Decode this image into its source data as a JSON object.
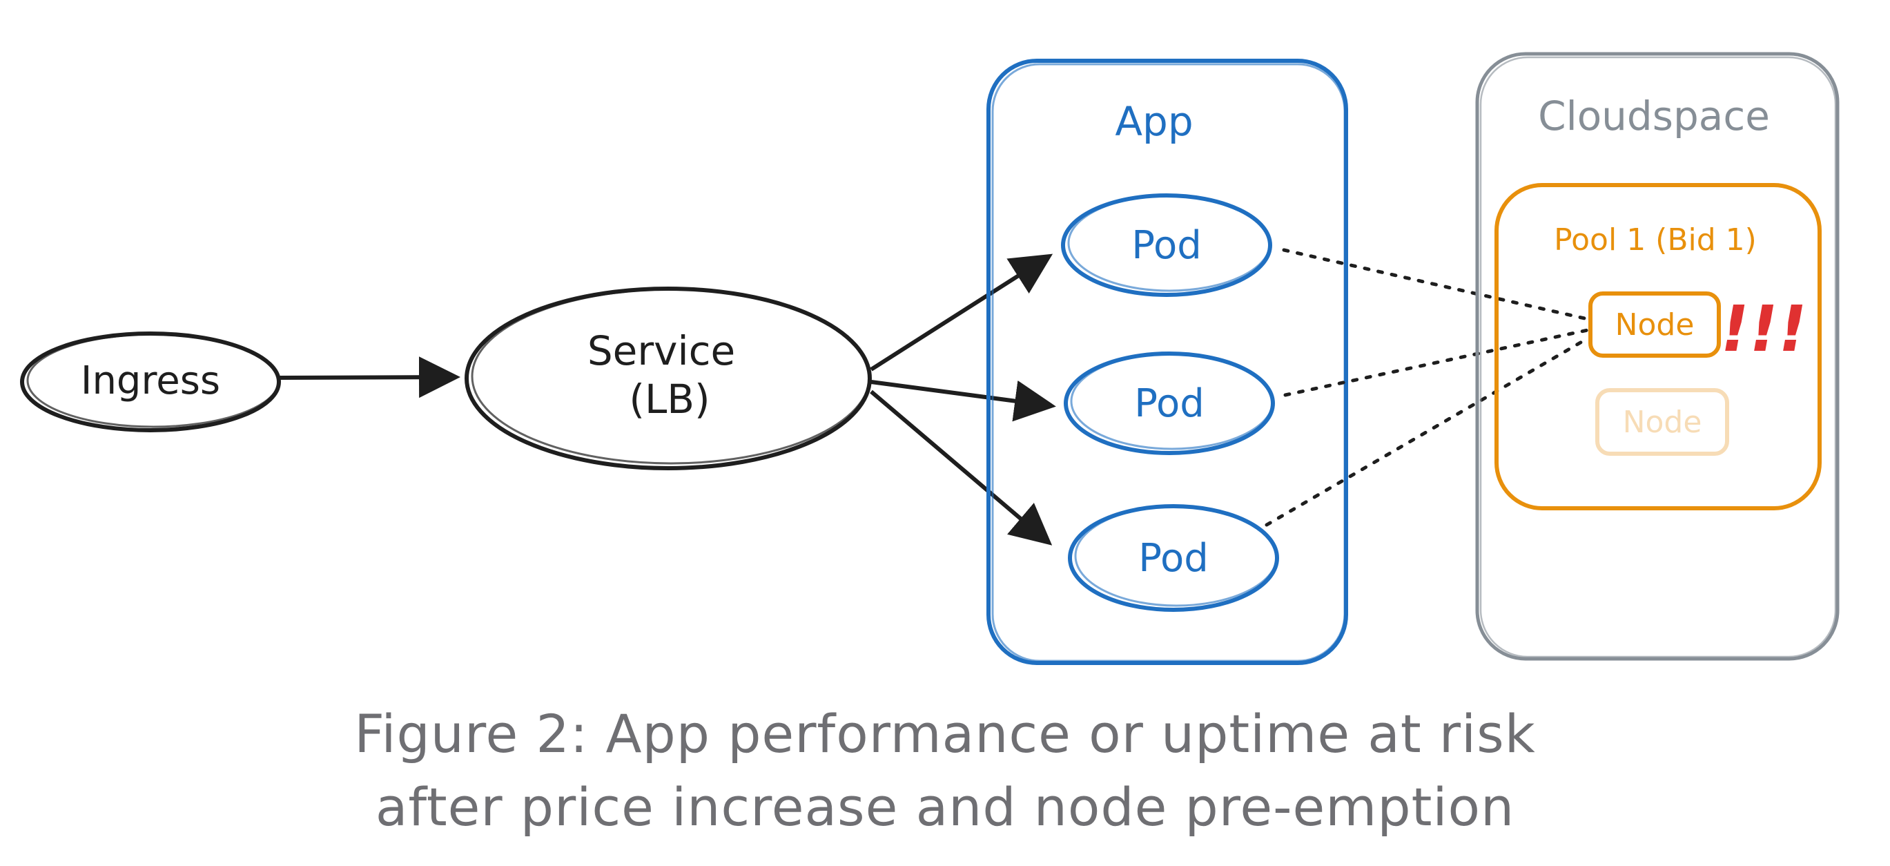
{
  "nodes": {
    "ingress": "Ingress",
    "service_line1": "Service",
    "service_line2": "(LB)",
    "app_title": "App",
    "pods": [
      "Pod",
      "Pod",
      "Pod"
    ],
    "cloudspace_title": "Cloudspace",
    "pool_title": "Pool 1 (Bid 1)",
    "node_active": "Node",
    "node_faded": "Node",
    "alert": "!!!"
  },
  "caption": {
    "line1": "Figure 2: App performance or uptime at risk",
    "line2": "after price increase and node pre-emption"
  },
  "colors": {
    "ink": "#1e1e1e",
    "app_blue": "#1f6fc1",
    "cloudspace_gray": "#868e96",
    "pool_orange": "#e8900c",
    "node_faded": "#f7dcb6",
    "alert_red": "#e03131",
    "caption_gray": "#6f6f73"
  }
}
